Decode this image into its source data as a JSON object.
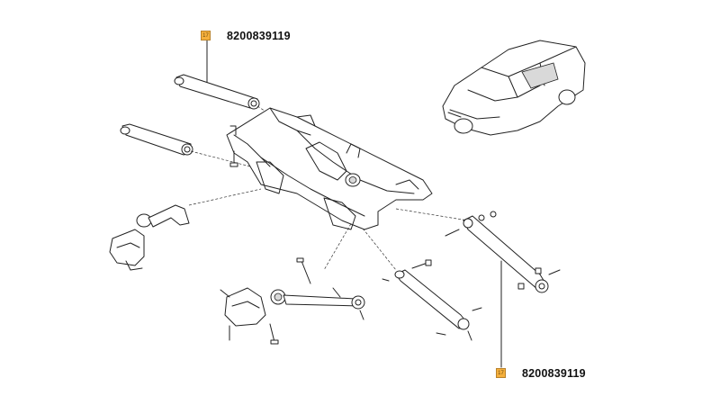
{
  "callouts": [
    {
      "badge": "17",
      "part_number": "8200839119"
    },
    {
      "badge": "17",
      "part_number": "8200839119"
    }
  ]
}
